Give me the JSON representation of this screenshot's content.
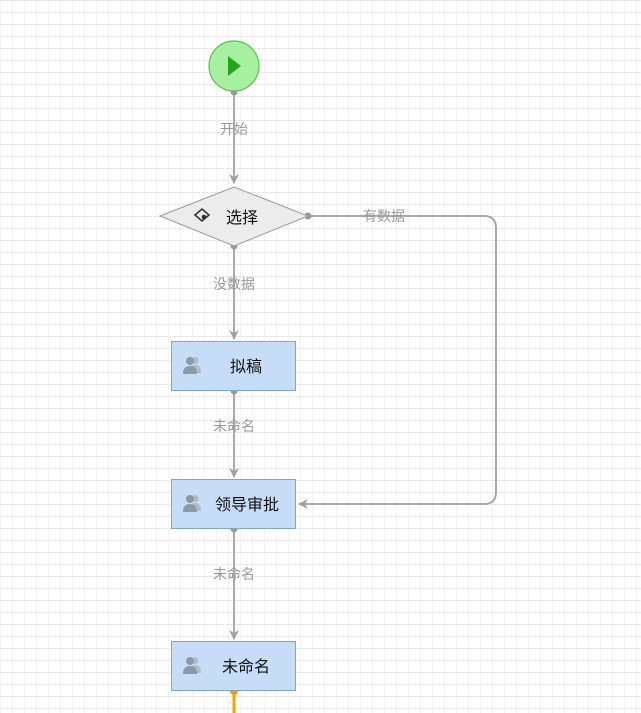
{
  "colors": {
    "start_fill": "#a6f0a0",
    "start_stroke": "#5cbf52",
    "start_play": "#22a51a",
    "decision_fill": "#ececec",
    "decision_stroke": "#9a9a9a",
    "task_fill": "#c7ddf7",
    "task_stroke": "#7aa6d8",
    "edge": "#a9a9a9",
    "edge_label": "#9a9a9a",
    "active_edge": "#f5a000"
  },
  "nodes": {
    "start": {
      "type": "start",
      "icon": "play-icon"
    },
    "decision": {
      "type": "decision",
      "label": "选择",
      "icon": "decision-icon"
    },
    "draft": {
      "type": "task",
      "label": "拟稿",
      "icon": "users-icon"
    },
    "leader_approval": {
      "type": "task",
      "label": "领导审批",
      "icon": "users-icon"
    },
    "unnamed_task": {
      "type": "task",
      "label": "未命名",
      "icon": "users-icon"
    }
  },
  "edges": {
    "start_to_decision": {
      "label": "开始"
    },
    "decision_no_data": {
      "label": "没数据"
    },
    "decision_has_data": {
      "label": "有数据"
    },
    "draft_to_approval": {
      "label": "未命名"
    },
    "approval_to_unnamed": {
      "label": "未命名"
    }
  }
}
